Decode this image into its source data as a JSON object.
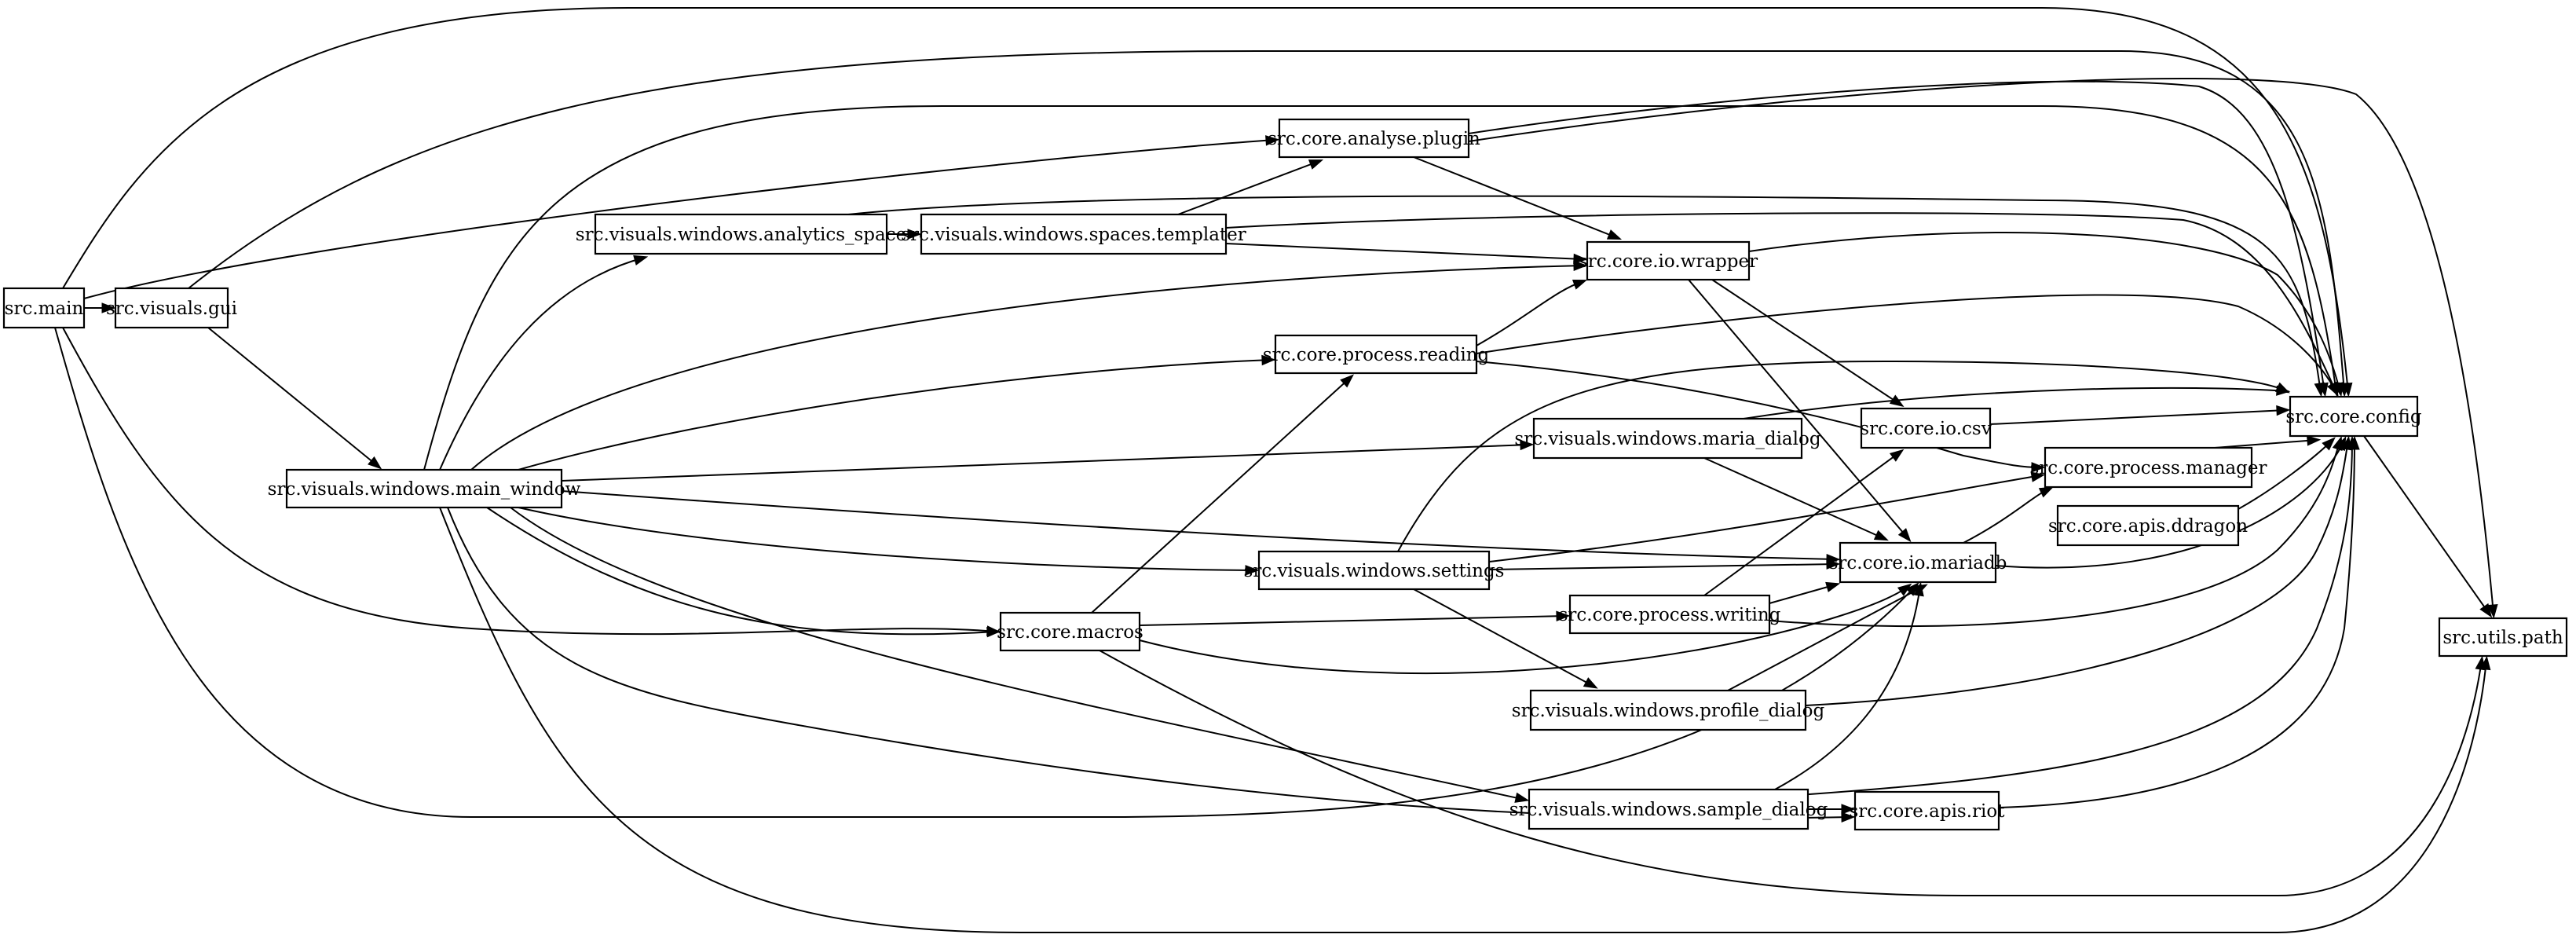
{
  "graph": {
    "nodes": [
      {
        "id": "main",
        "label": "src.main"
      },
      {
        "id": "gui",
        "label": "src.visuals.gui"
      },
      {
        "id": "main_window",
        "label": "src.visuals.windows.main_window"
      },
      {
        "id": "analytics_space",
        "label": "src.visuals.windows.analytics_space"
      },
      {
        "id": "templater",
        "label": "src.visuals.windows.spaces.templater"
      },
      {
        "id": "plugin",
        "label": "src.core.analyse.plugin"
      },
      {
        "id": "wrapper",
        "label": "src.core.io.wrapper"
      },
      {
        "id": "reading",
        "label": "src.core.process.reading"
      },
      {
        "id": "maria_dialog",
        "label": "src.visuals.windows.maria_dialog"
      },
      {
        "id": "csv",
        "label": "src.core.io.csv"
      },
      {
        "id": "settings",
        "label": "src.visuals.windows.settings"
      },
      {
        "id": "mariadb",
        "label": "src.core.io.mariadb"
      },
      {
        "id": "macros",
        "label": "src.core.macros"
      },
      {
        "id": "writing",
        "label": "src.core.process.writing"
      },
      {
        "id": "profile_dialog",
        "label": "src.visuals.windows.profile_dialog"
      },
      {
        "id": "sample_dialog",
        "label": "src.visuals.windows.sample_dialog"
      },
      {
        "id": "riot",
        "label": "src.core.apis.riot"
      },
      {
        "id": "manager",
        "label": "src.core.process.manager"
      },
      {
        "id": "ddragon",
        "label": "src.core.apis.ddragon"
      },
      {
        "id": "config",
        "label": "src.core.config"
      },
      {
        "id": "path",
        "label": "src.utils.path"
      }
    ]
  }
}
